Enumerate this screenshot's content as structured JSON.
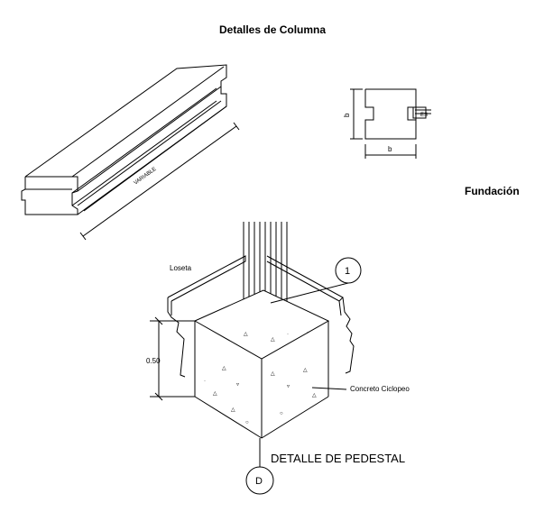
{
  "titles": {
    "main": "Detalles de  Columna",
    "foundation": "Fundación"
  },
  "column_detail": {
    "length_label": "VARIABLE",
    "section_h_label": "b",
    "section_w_label": "b",
    "section_tag": "ES"
  },
  "pedestal": {
    "loseta_label": "Loseta",
    "height_label": "0.50",
    "concrete_label": "Concreto Ciclopeo",
    "callout_1": "1",
    "callout_d": "D",
    "detail_title": "DETALLE DE PEDESTAL"
  }
}
